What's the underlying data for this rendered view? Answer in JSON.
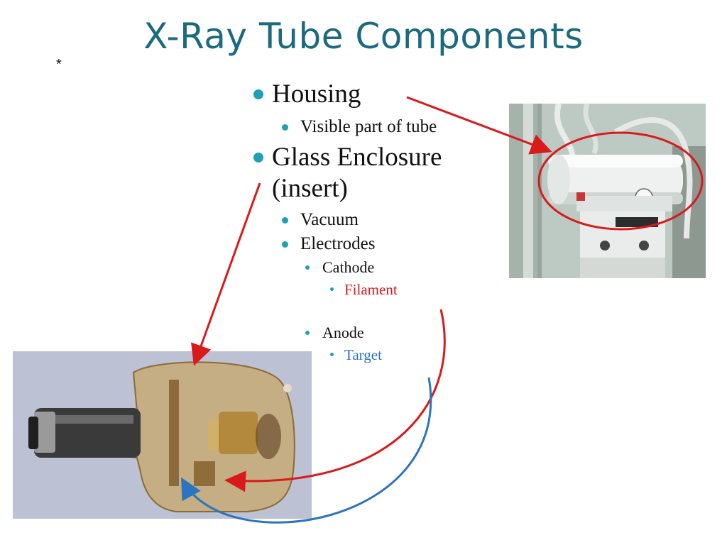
{
  "slide": {
    "title": "X-Ray Tube Components",
    "marker": "*"
  },
  "bullets": {
    "housing": "Housing",
    "housing_sub": "Visible part of tube",
    "glass_line1": "Glass Enclosure",
    "glass_line2": "(insert)",
    "vacuum": "Vacuum",
    "electrodes": "Electrodes",
    "cathode": "Cathode",
    "filament": "Filament",
    "anode": "Anode",
    "target": "Target"
  },
  "colors": {
    "title": "#1b6a80",
    "bullet": "#1fa0b8",
    "arrow_red": "#d81a1a",
    "arrow_blue": "#2c74bf"
  }
}
